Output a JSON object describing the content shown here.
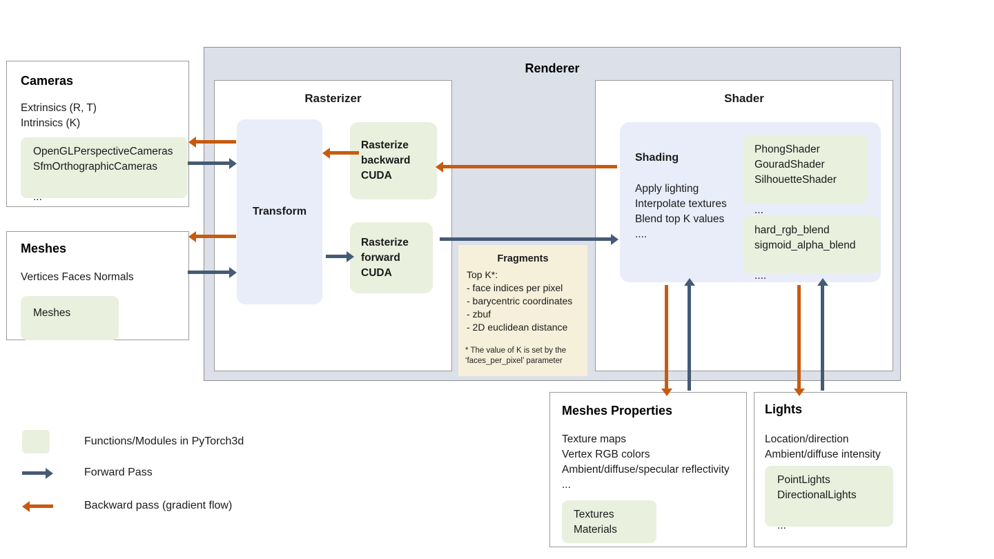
{
  "renderer": {
    "title": "Renderer",
    "rasterizer": {
      "title": "Rasterizer",
      "transform_label": "Transform",
      "rasterize_backward": "Rasterize\nbackward\nCUDA",
      "rasterize_forward": "Rasterize\nforward\nCUDA"
    },
    "shader": {
      "title": "Shader",
      "shading_label": "Shading",
      "shading_text": "Apply lighting\nInterpolate textures\nBlend top K values\n....",
      "shader_list": "PhongShader\nGouradShader\nSilhouetteShader\n\n...",
      "blend_list": "hard_rgb_blend\nsigmoid_alpha_blend\n\n...."
    },
    "fragments": {
      "title": "Fragments",
      "body": "Top K*:\n- face indices per pixel\n- barycentric coordinates\n- zbuf\n- 2D euclidean distance",
      "note": "* The value of K is set by the\n‘faces_per_pixel’ parameter"
    }
  },
  "cameras": {
    "title": "Cameras",
    "text": "Extrinsics (R, T)\nIntrinsics (K)",
    "modules": "OpenGLPerspectiveCameras\nSfmOrthographicCameras\n\n..."
  },
  "meshes": {
    "title": "Meshes",
    "text": "Vertices   Faces   Normals",
    "modules": "Meshes"
  },
  "meshes_properties": {
    "title": "Meshes Properties",
    "text": "Texture maps\nVertex RGB colors\nAmbient/diffuse/specular reflectivity\n...",
    "modules": "Textures\nMaterials"
  },
  "lights": {
    "title": "Lights",
    "text": "Location/direction\nAmbient/diffuse intensity",
    "modules": "PointLights\nDirectionalLights\n\n..."
  },
  "legend": {
    "swatch_label": "Functions/Modules in PyTorch3d",
    "forward_label": "Forward Pass",
    "backward_label": "Backward pass (gradient flow)"
  },
  "colors": {
    "forward_arrow": "#455A75",
    "backward_arrow": "#C85A10",
    "module_green": "#E9F0DE",
    "panel_blue": "#E8EDF9",
    "renderer_grey": "#DCE0E8",
    "fragments_beige": "#F6F0DB"
  }
}
